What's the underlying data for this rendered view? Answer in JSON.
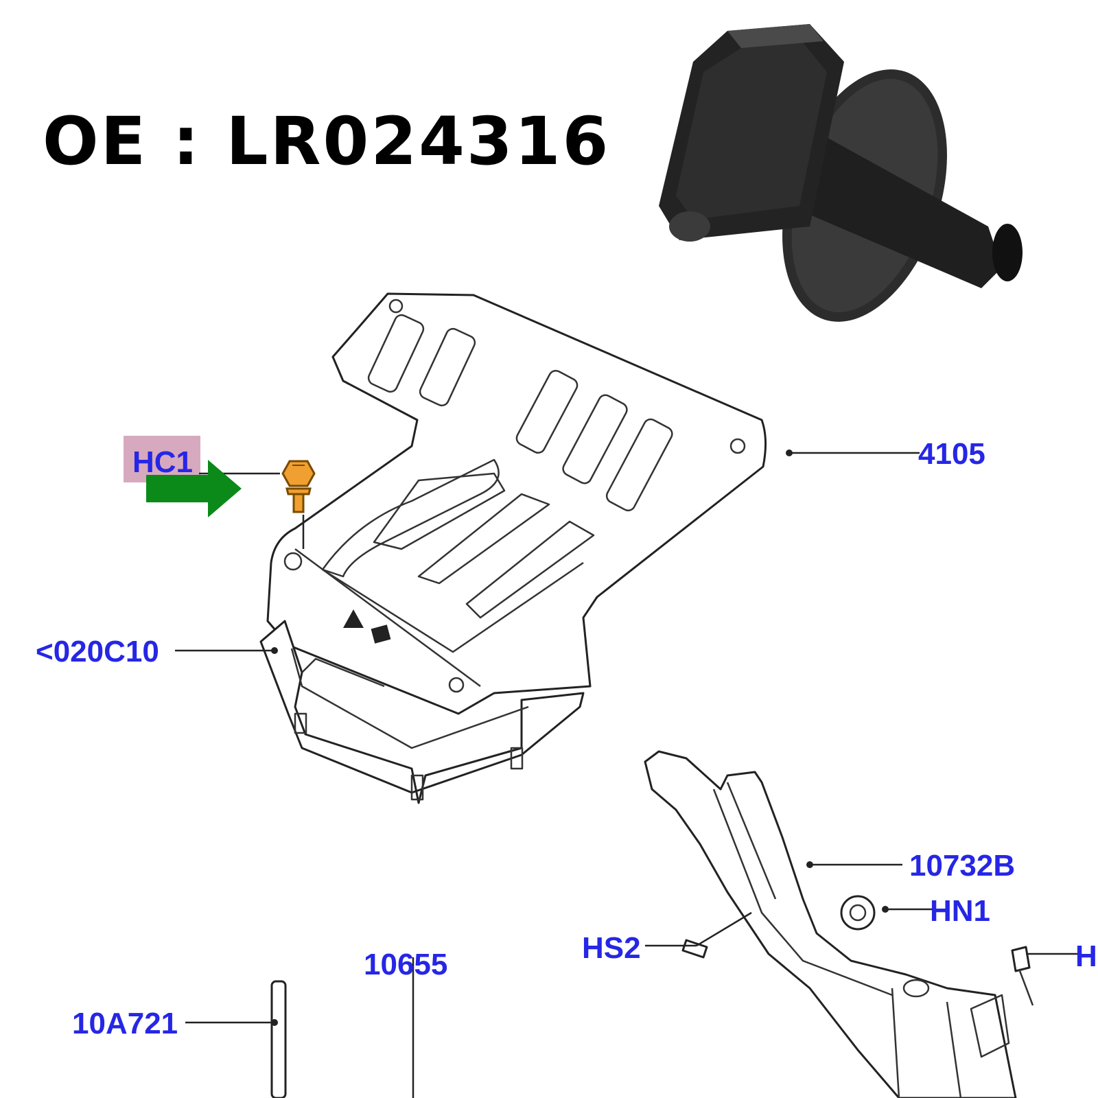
{
  "header": {
    "title": "OE : LR024316"
  },
  "callouts": {
    "hc1": "HC1",
    "p4105": "4105",
    "p020c10": "<020C10",
    "p10732b": "10732B",
    "hn1": "HN1",
    "hs2": "HS2",
    "h": "H",
    "p10655": "10655",
    "p10a721": "10A721"
  },
  "colors": {
    "callout_text": "#2626e6",
    "highlight_arrow": "#0b8a1a",
    "fastener": "#f0a030",
    "label_highlight": "#c98ca8"
  },
  "icons": {
    "arrow": "right-arrow-icon",
    "fastener": "push-clip-icon",
    "photo": "push-clip-photo"
  }
}
